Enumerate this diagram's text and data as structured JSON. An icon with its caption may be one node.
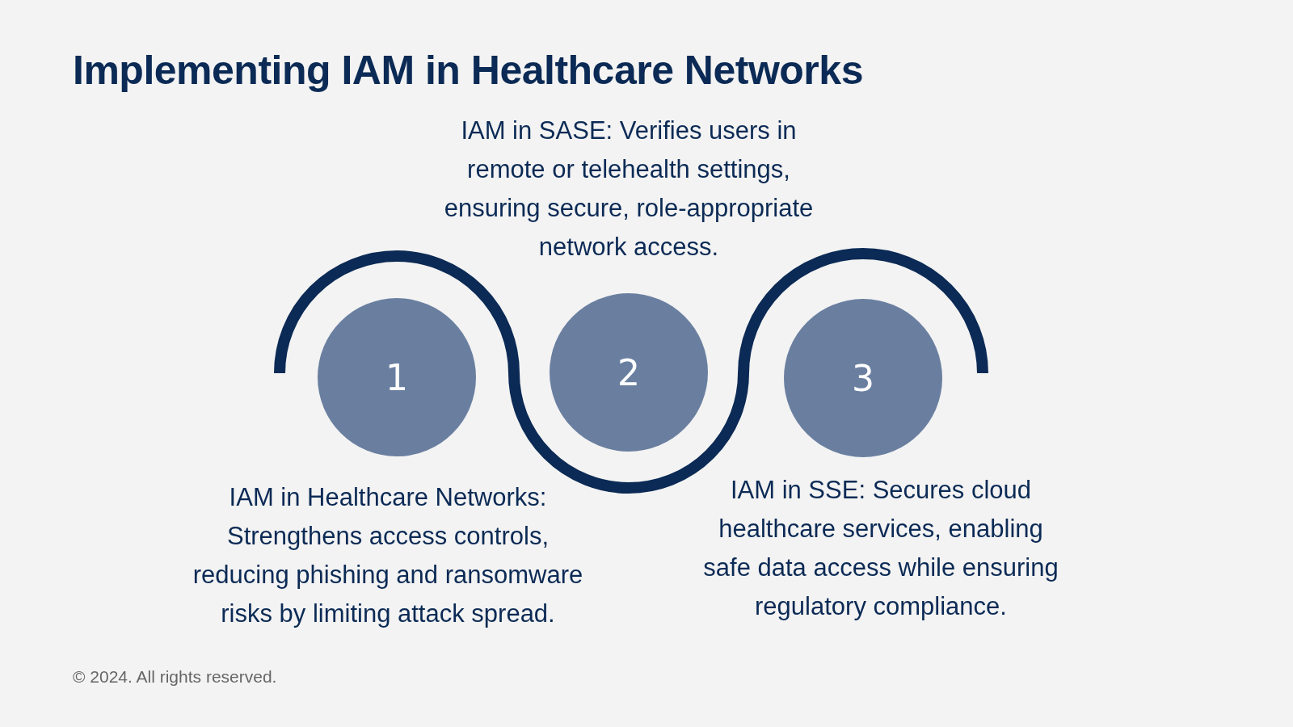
{
  "diagram": {
    "title": "Implementing IAM in Healthcare Networks",
    "nodes": [
      {
        "text": [
          "1"
        ],
        "beside": [
          "IAM in Healthcare Networks: Strengthens access controls, reducing phishing and ransomware risks by limiting attack spread."
        ]
      },
      {
        "text": [
          "2"
        ],
        "beside": [
          "IAM in SASE: Verifies users in remote or telehealth settings, ensuring secure, role-appropriate network access."
        ]
      },
      {
        "text": [
          "3"
        ],
        "beside": [
          "IAM in SSE: Secures cloud healthcare services, enabling safe data access while ensuring regulatory compliance."
        ]
      }
    ],
    "labels": [
      "© 2024. All rights reserved."
    ]
  }
}
